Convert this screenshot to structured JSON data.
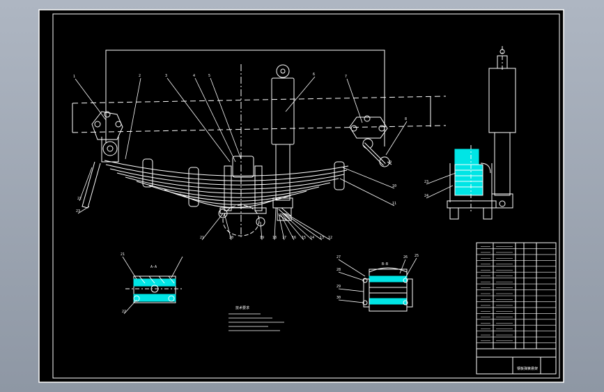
{
  "app": {
    "colors": {
      "outer_background": "#9aa3af",
      "sheet_background": "#000000",
      "line": "#ffffff",
      "highlight": "#00e5e5"
    }
  },
  "drawing": {
    "callouts_main": [
      "1",
      "2",
      "3",
      "4",
      "5",
      "6",
      "7",
      "8",
      "9",
      "10",
      "11",
      "12",
      "13",
      "14",
      "15",
      "16",
      "17",
      "18",
      "19",
      "20",
      "21",
      "22",
      "23"
    ],
    "callouts_right": [
      "23",
      "24"
    ],
    "section_views": [
      {
        "label": "A-A",
        "callouts": [
          "21",
          "22"
        ]
      },
      {
        "label": "B-B",
        "callouts": [
          "25",
          "26",
          "27",
          "28",
          "29",
          "30"
        ]
      }
    ],
    "notes_title": "技术要求",
    "notes_lines": 5,
    "title_block": {
      "title": "钢板弹簧悬架",
      "rows": 18
    }
  }
}
